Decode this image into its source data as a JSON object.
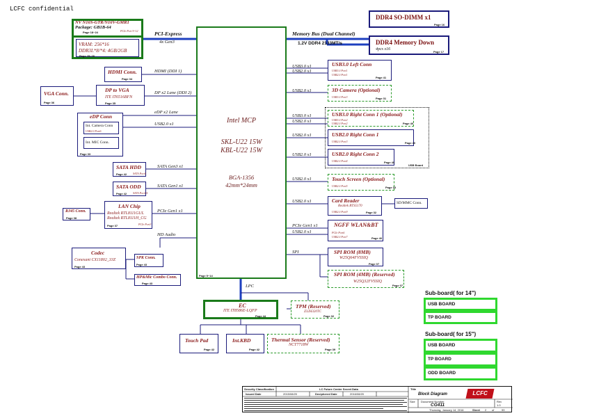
{
  "header": {
    "confidential": "LCFC confidential"
  },
  "cpu": {
    "line1": "Intel   MCP",
    "line2": "SKL-U22 15W",
    "line3": "KBL-U22 15W",
    "line4": "BGA-1356",
    "line5": "42mm*24mm",
    "page": "Page 5~14"
  },
  "gpu": {
    "title": "NV N16S-GTR/N16V-GMR1",
    "package": "Package: GB1B-64",
    "page_left": "Page 18~24",
    "page_right": "PCIe Port 9~12",
    "vram": "VRAM: 256*16",
    "ddr": "DDR3L*8/*4: 4GB/2GB",
    "vram_page": "Page 25~28"
  },
  "links": {
    "pcie": "PCI-Express",
    "pcie_gen": "4x Gen3",
    "membus": "Memory Bus (Dual Channel)",
    "ddr": "1.2V  DDR4  2133MT/s",
    "hdmi": "HDMI (DDI 1)",
    "dp": "DP x2 Lane (DDI 2)",
    "edp": "eDP x2 Lane",
    "usb20": "USB2.0 x1",
    "sata_hdd": "SATA Gen3 x1",
    "sata_odd": "SATA Gen1 x1",
    "pcie_lan": "PCIe Gen1 x1",
    "hda": "HD Audio",
    "lpc": "LPC",
    "usb30_1": "USB3.0 x1",
    "usb20_1": "USB2.0 x1",
    "usb20_cam": "USB2.0 x1",
    "usb30_2": "USB3.0 x1",
    "usb20_2": "USB2.0 x1",
    "usb20_3": "USB2.0 x1",
    "usb20_4": "USB2.0 x1",
    "usb20_5": "USB2.0 x1",
    "usb20_6": "USB2.0 x1",
    "pcie_wlan": "PCIe Gen1 x1",
    "usb20_wlan": "USB2.0 x1",
    "spi": "SPI"
  },
  "mem": {
    "sodimm": "DDR4 SO-DIMM x1",
    "sodimm_page": "Page 16",
    "down": "DDR4 Memory Down",
    "down_sub": "4pcs x16",
    "down_page": "Page 17"
  },
  "left": {
    "hdmi": {
      "title": "HDMI Conn.",
      "page": "Page 34"
    },
    "vga": {
      "title": "VGA Conn.",
      "page": "Page 36"
    },
    "dp2vga": {
      "title": "DP to VGA",
      "sub": "ITE IT6516BFN",
      "page": "Page 35"
    },
    "edp": {
      "title": "eDP Conn",
      "page": "Page 33"
    },
    "cam": {
      "title": "Int. Camera Conn",
      "sub": "USB2.0 Port6"
    },
    "mic": {
      "title": "Int. MIC Conn."
    },
    "hdd": {
      "title": "SATA HDD",
      "page": "Page 42",
      "sub": "SATA Port0"
    },
    "odd": {
      "title": "SATA ODD",
      "page": "Page 42",
      "sub": "SATA Port1A"
    },
    "rj45": {
      "title": "RJ45 Conn.",
      "page": "Page 38"
    },
    "lan": {
      "title": "LAN Chip",
      "sub1": "Realtek  RTL8111GUL",
      "sub2": "Realtek  RTL8111H_CG",
      "page": "Page 37",
      "port": "PCIe Port3"
    },
    "codec": {
      "title": "Codec",
      "sub": "Conexant  CX11802_33Z",
      "page": "Page 43"
    },
    "spk": {
      "title": "SPK Conn.",
      "page": "Page 43"
    },
    "hp": {
      "title": "HP&Mic Combo Conn.",
      "page": "Page 43"
    }
  },
  "right": {
    "usb30l": {
      "title": "USB3.0 Left Conn",
      "p1": "USB3.0 Port1",
      "p2": "USB2.0 Port1",
      "page": "Page 41"
    },
    "cam3d": {
      "title": "3D Camera (Optional)",
      "p1": "USB3.0 Port3",
      "page": "Page 31"
    },
    "usb30r": {
      "title": "USB3.0 Right Conn 1 (Optional)",
      "p1": "USB3.0 Port2",
      "p2": "USB2.0 Port2",
      "page": "Page 40"
    },
    "usb20r1": {
      "title": "USB2.0 Right Conn 1",
      "p1": "USB2.0 Port3",
      "page": "Page 40"
    },
    "usb20r2": {
      "title": "USB2.0 Right Conn 2",
      "p1": "USB2.0 Port4",
      "page": "Page 40"
    },
    "usbboard": "USB Board",
    "touch": {
      "title": "Touch Screen (Optional)",
      "p1": "USB2.0 Port5",
      "page": "Page 33"
    },
    "card": {
      "title": "Card Reader",
      "sub": "Realtek RTS5170",
      "p1": "USB2.0 Port9",
      "page": "Page 32"
    },
    "sdmmc": {
      "title": "SD/MMC Conn."
    },
    "wlan": {
      "title": "NGFF WLAN&BT",
      "p1": "PCIe Port6",
      "p2": "USB2.0 Port7",
      "page": "Page 40"
    },
    "spirom": {
      "title": "SPI ROM (8MB)",
      "sub": "W25Q64FVSSIQ",
      "page": "Page 07"
    },
    "spirom2": {
      "title": "SPI ROM (4MB) (Reserved)",
      "sub": "W25Q32FVSSIQ",
      "page": "Page 07"
    }
  },
  "ec": {
    "title": "EC",
    "sub": "ITE IT8586E-LQFP",
    "page": "Page 44"
  },
  "tpm": {
    "title": "TPM (Reserved)",
    "sub": "Z32H320TC",
    "page": "Page 32"
  },
  "touchpad": {
    "title": "Touch Pad",
    "page": "Page 42"
  },
  "kbd": {
    "title": "Int.KBD",
    "page": "Page 42"
  },
  "thermal": {
    "title": "Thermal Sensor (Reserved)",
    "sub": "NCT7718W",
    "page": "Page 39"
  },
  "subboard14": {
    "title": "Sub-board( for 14\")",
    "items": [
      "USB BOARD",
      "TP BOARD"
    ]
  },
  "subboard15": {
    "title": "Sub-board( for 15\")",
    "items": [
      "USB BOARD",
      "TP BOARD",
      "ODD BOARD"
    ]
  },
  "titleblock": {
    "security": "Security Classification",
    "secret": "LC Future Center Secret Data",
    "issued": "Issued Date",
    "issued_v": "2015/08/20",
    "decip": "Deciphered Date",
    "decip_v": "2016/08/20",
    "title_lbl": "Title",
    "title_v": "Block Diagram",
    "size": "Size",
    "docnum": "Document Number",
    "docnum_v": "CG411",
    "rev": "Rev",
    "rev_v": "1.0",
    "date": "Thursday, January 14, 2016",
    "sheet": "Sheet",
    "sheet_v": "2",
    "of": "of",
    "of_v": "99",
    "logo": "LCFC"
  }
}
